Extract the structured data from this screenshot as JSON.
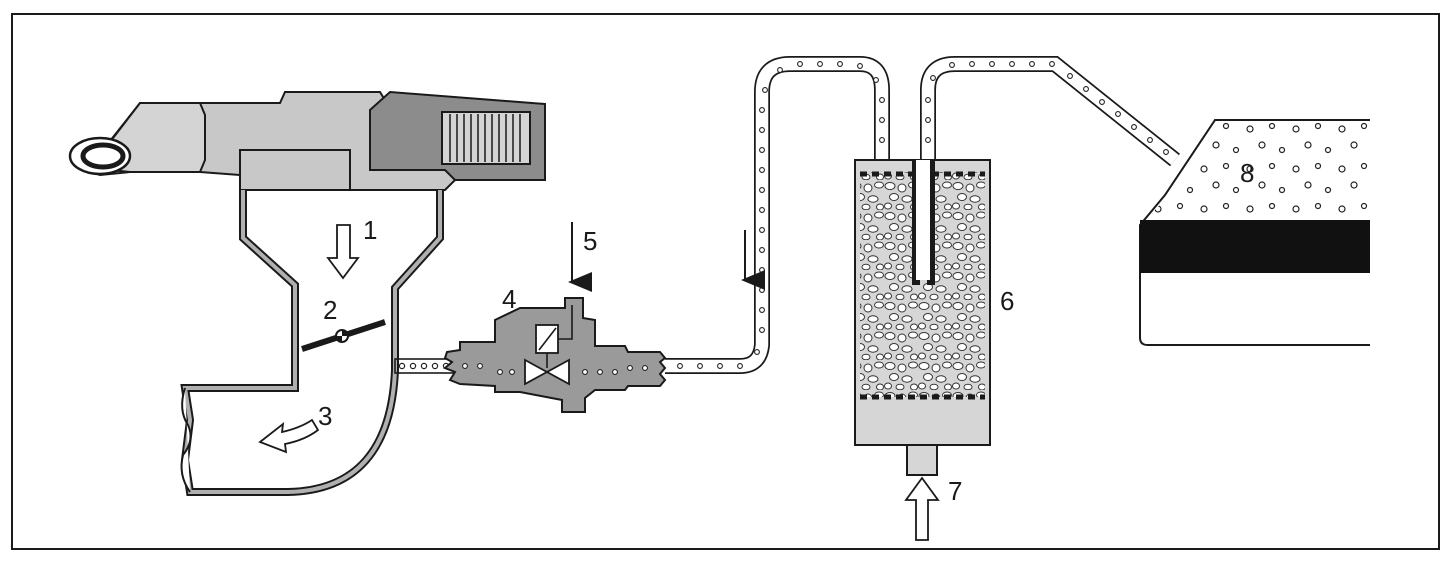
{
  "labels": {
    "n1": "1",
    "n2": "2",
    "n3": "3",
    "n4": "4",
    "n5": "5",
    "n6": "6",
    "n7": "7",
    "n8": "8"
  },
  "colors": {
    "frame": "#1a1a1a",
    "body_gray": "#c8c8c8",
    "dark_gray": "#8c8c8c",
    "valve_gray": "#9a9a9a",
    "canister_gray": "#d6d6d6",
    "black_band": "#111111"
  }
}
